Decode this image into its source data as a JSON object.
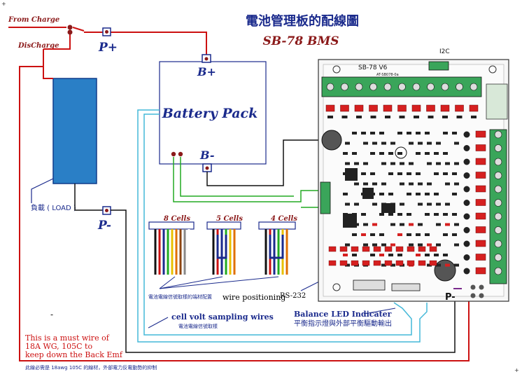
{
  "title": {
    "chinese": "電池管理板的配線圖",
    "model": "SB-78 BMS"
  },
  "terminals": {
    "from_charge": "From Charge",
    "discharge": "DisCharge",
    "p_plus": "P+",
    "p_minus": "P-",
    "b_plus": "B+",
    "b_minus": "B-"
  },
  "battery_pack": "Battery Pack",
  "load_label": "負載 ( LOAD )",
  "connectors": {
    "cells_8": "8 Cells",
    "cells_5": "5 Cells",
    "cells_4": "4 Cells"
  },
  "pcb": {
    "board_name": "SB-78 V6",
    "board_sub": "AT-SB078-0a",
    "i2c_label": "I2C",
    "p_minus_label": "P-"
  },
  "annotations": {
    "wire_cn": "電池電線信號取樣的端材配置",
    "wire_positioning": "wire positioning",
    "rs232": "RS-232",
    "balance_led": "Balance LED Indicater",
    "balance_led_cn": "平衡指示燈與外部平衡驅動輸出",
    "cell_volt": "cell volt sampling wires",
    "cell_volt_cn": "電池電線信號取樣",
    "dash": "-",
    "must_wire_1": "This is a must wire of",
    "must_wire_2": "18A WG, 105C to",
    "must_wire_3": "keep down the Back Emf",
    "bottom_note": "此線必需是 18awg 105C 的線材，外部電力反電動勢的抑制"
  },
  "colors": {
    "red_wire": "#cc1111",
    "blue_wire": "#1a2a8c",
    "black_wire": "#111111",
    "green_wire": "#22aa22",
    "cyan_wire": "#44b8d8",
    "pcb_green": "#3aa55a",
    "battery_fill": "#2a7fc6"
  }
}
